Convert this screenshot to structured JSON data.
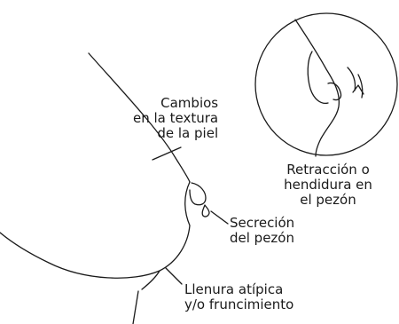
{
  "labels": {
    "skin_texture": [
      "Cambios",
      "en la textura",
      "de la piel"
    ],
    "nipple_retraction": [
      "Retracción o",
      "hendidura en",
      "el pezón"
    ],
    "nipple_discharge": [
      "Secreción",
      "del pezón"
    ],
    "atypical_fullness": [
      "Llenura atípica",
      "y/o fruncimiento"
    ]
  }
}
